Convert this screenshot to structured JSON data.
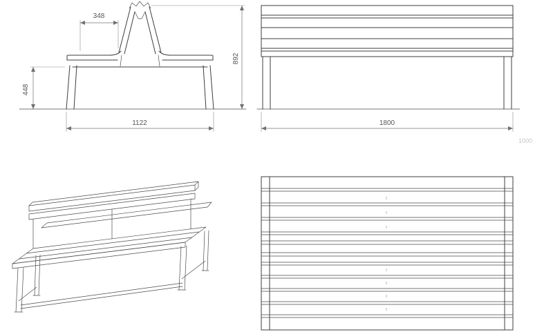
{
  "drawing": {
    "dims": {
      "backrest_top_width": "348",
      "seat_height": "448",
      "overall_height": "892",
      "overall_depth": "1122",
      "overall_length": "1800"
    },
    "corner_note": "1000"
  }
}
